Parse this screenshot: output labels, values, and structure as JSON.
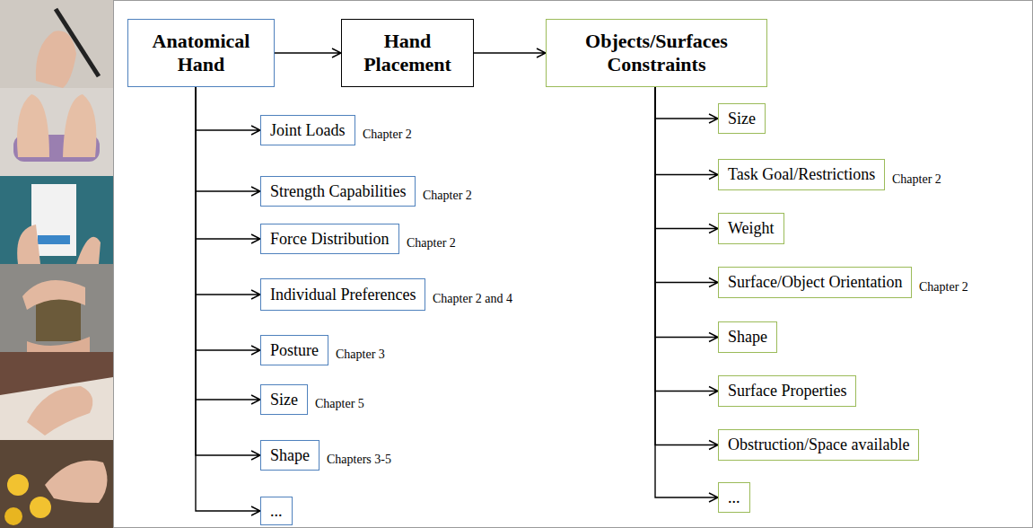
{
  "diagram": {
    "nodes": [
      {
        "text": [
          "Anatomical Hand"
        ]
      },
      {
        "text": [
          "Hand Placement"
        ]
      },
      {
        "text": [
          "Objects/Surfaces Constraints"
        ]
      },
      {
        "text": [
          "Joint Loads"
        ]
      },
      {
        "text": [
          "Strength Capabilities"
        ]
      },
      {
        "text": [
          "Force Distribution"
        ]
      },
      {
        "text": [
          "Individual Preferences"
        ]
      },
      {
        "text": [
          "Posture"
        ]
      },
      {
        "text": [
          "Size"
        ]
      },
      {
        "text": [
          "Shape"
        ]
      },
      {
        "text": [
          "..."
        ]
      },
      {
        "text": [
          "Size"
        ]
      },
      {
        "text": [
          "Task Goal/Restrictions"
        ]
      },
      {
        "text": [
          "Weight"
        ]
      },
      {
        "text": [
          "Surface/Object Orientation"
        ]
      },
      {
        "text": [
          "Shape"
        ]
      },
      {
        "text": [
          "Surface Properties"
        ]
      },
      {
        "text": [
          "Obstruction/Space available"
        ]
      },
      {
        "text": [
          "..."
        ]
      }
    ],
    "edges": [
      {
        "from": 0,
        "to": 1,
        "arrow": "to"
      },
      {
        "from": 1,
        "to": 2,
        "arrow": "to"
      },
      {
        "from": 0,
        "to": 3,
        "arrow": "to"
      },
      {
        "from": 0,
        "to": 4,
        "arrow": "to"
      },
      {
        "from": 0,
        "to": 5,
        "arrow": "to"
      },
      {
        "from": 0,
        "to": 6,
        "arrow": "to"
      },
      {
        "from": 0,
        "to": 7,
        "arrow": "to"
      },
      {
        "from": 0,
        "to": 8,
        "arrow": "to"
      },
      {
        "from": 0,
        "to": 9,
        "arrow": "to"
      },
      {
        "from": 0,
        "to": 10,
        "arrow": "to"
      },
      {
        "from": 2,
        "to": 11,
        "arrow": "to"
      },
      {
        "from": 2,
        "to": 12,
        "arrow": "to"
      },
      {
        "from": 2,
        "to": 13,
        "arrow": "to"
      },
      {
        "from": 2,
        "to": 14,
        "arrow": "to"
      },
      {
        "from": 2,
        "to": 15,
        "arrow": "to"
      },
      {
        "from": 2,
        "to": 16,
        "arrow": "to"
      },
      {
        "from": 2,
        "to": 17,
        "arrow": "to"
      },
      {
        "from": 2,
        "to": 18,
        "arrow": "to"
      }
    ],
    "labels": [
      "Chapter 2",
      "Chapter 2",
      "Chapter 2",
      "Chapter 2 and 4",
      "Chapter 3",
      "Chapter 5",
      "Chapters 3-5",
      "Chapter 2",
      "Chapter 2"
    ]
  }
}
